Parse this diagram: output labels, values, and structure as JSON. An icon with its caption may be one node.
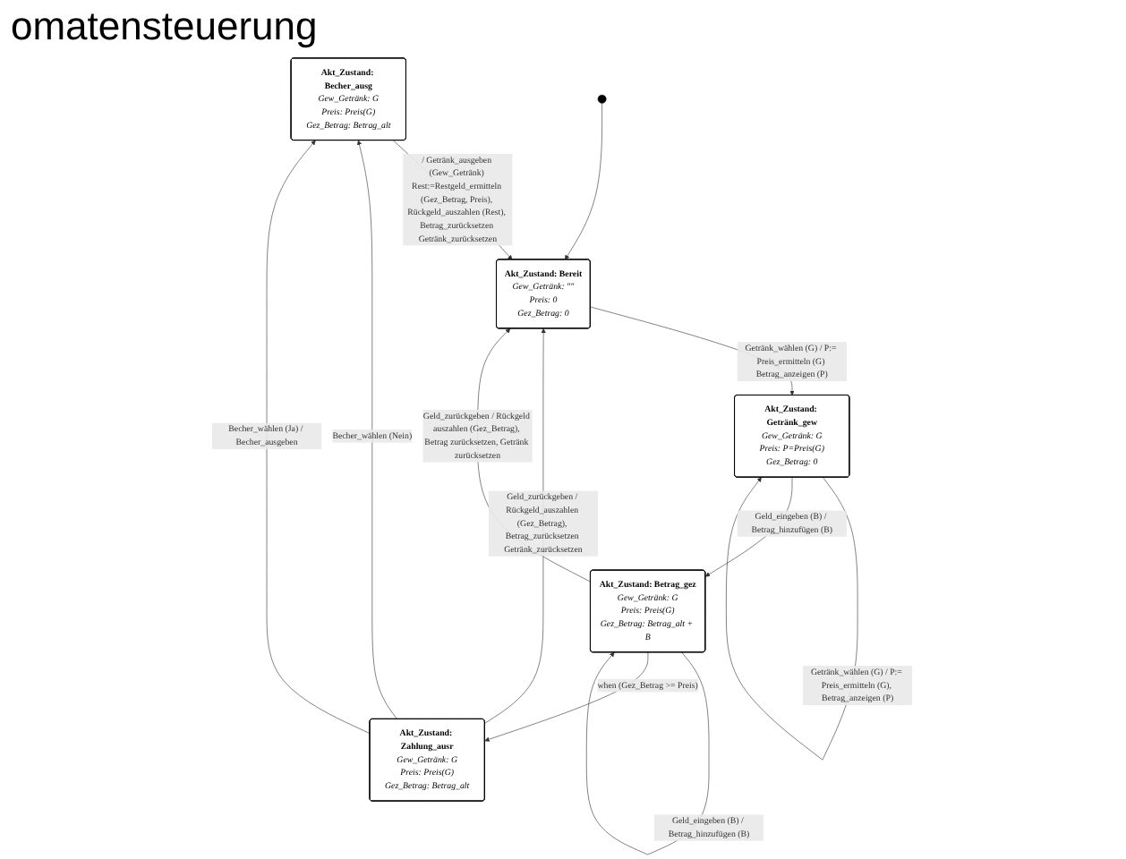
{
  "diagram": {
    "title": "omatensteuerung",
    "nodes": [
      {
        "text": [
          "Akt_Zustand: Becher_ausg",
          "Gew_Getränk: G",
          "Preis: Preis(G)",
          "Gez_Betrag: Betrag_alt"
        ]
      },
      {
        "text": [
          "Akt_Zustand: Zahlung_ausr",
          "Gew_Getränk: G",
          "Preis: Preis(G)",
          "Gez_Betrag: Betrag_alt"
        ]
      },
      {
        "text": [
          "Akt_Zustand: Bereit",
          "Gew_Getränk: \"\"",
          "Preis: 0",
          "Gez_Betrag: 0"
        ]
      },
      {
        "text": [
          "Akt_Zustand: Getränk_gew",
          "Gew_Getränk: G",
          "Preis: P=Preis(G)",
          "Gez_Betrag: 0"
        ]
      },
      {
        "text": [
          "Akt_Zustand: Betrag_gez",
          "Gew_Getränk: G",
          "Preis: Preis(G)",
          "Gez_Betrag: Betrag_alt + B"
        ]
      },
      {
        "text": [],
        "shape": "circle"
      }
    ],
    "edges": [
      {
        "from": 1,
        "to": 0,
        "arrow": "to",
        "label": "Becher_wählen (Nein)"
      },
      {
        "from": 1,
        "to": 0,
        "arrow": "to",
        "label": "Becher_wählen (Ja) / Becher_ausgeben"
      },
      {
        "from": 0,
        "to": 2,
        "arrow": "to",
        "label": "/ Getränk_ausgeben (Gew_Getränk) Rest:=Restgeld_ermitteln (Gez_Betrag, Preis), Rückgeld_auszahlen (Rest), Betrag_zurücksetzen Getränk_zurücksetzen"
      },
      {
        "from": 1,
        "to": 2,
        "arrow": "to",
        "label": "Geld_zurückgeben / Rückgeld_auszahlen (Gez_Betrag), Betrag_zurücksetzen Getränk_zurücksetzen"
      },
      {
        "from": 2,
        "to": 3,
        "arrow": "to",
        "label": "Getränk_wählen (G) / P:= Preis_ermitteln (G) Betrag_anzeigen (P)"
      },
      {
        "from": 3,
        "to": 3,
        "arrow": "to",
        "label": "Getränk_wählen (G) / P:= Preis_ermitteln (G), Betrag_anzeigen (P)"
      },
      {
        "from": 3,
        "to": 4,
        "arrow": "to",
        "label": "Geld_eingeben (B) / Betrag_hinzufügen (B)"
      },
      {
        "from": 4,
        "to": 4,
        "arrow": "to",
        "label": "Geld_eingeben (B) / Betrag_hinzufügen (B)"
      },
      {
        "from": 4,
        "to": 1,
        "arrow": "to",
        "label": "when (Gez_Betrag >= Preis)"
      },
      {
        "from": 4,
        "to": 2,
        "arrow": "to",
        "label": "Geld_zurückgeben / Rückgeld auszahlen (Gez_Betrag), Betrag zurücksetzen, Getränk zurücksetzen"
      },
      {
        "from": 5,
        "to": 2,
        "arrow": "to"
      }
    ]
  }
}
